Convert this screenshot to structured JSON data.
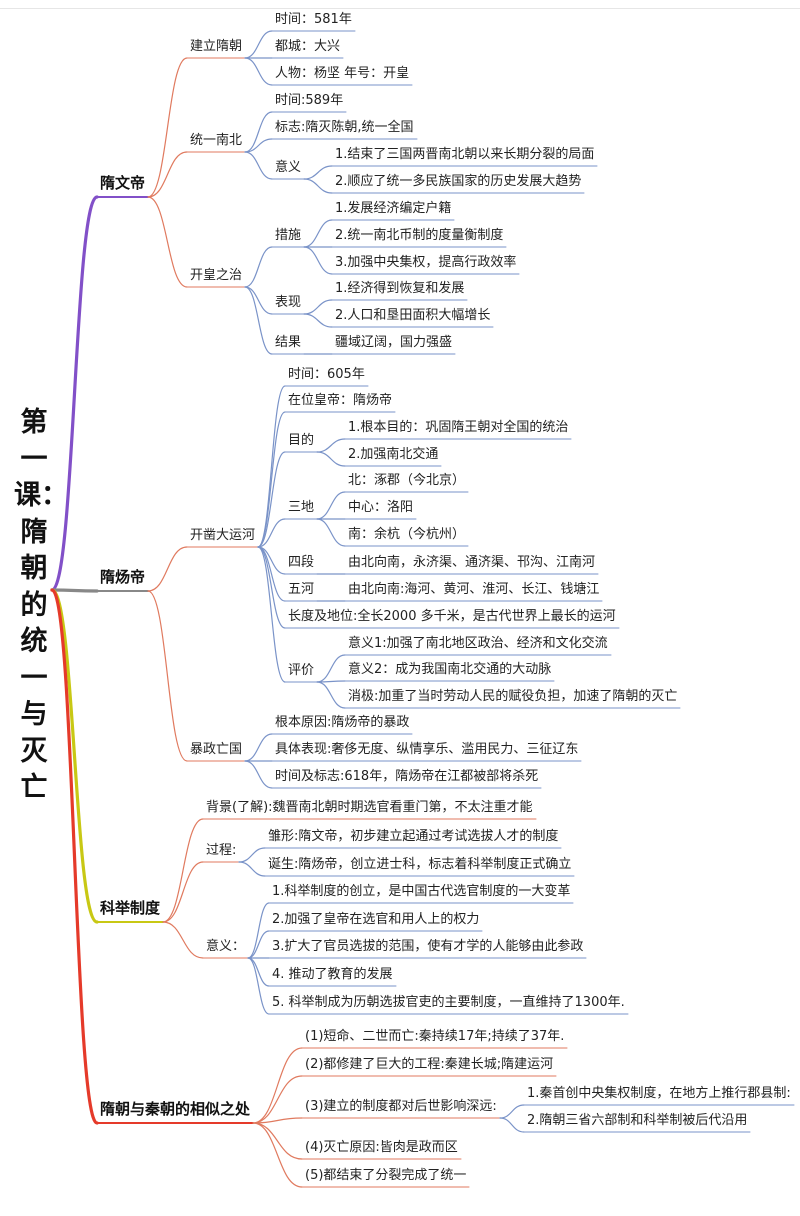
{
  "title": "第一课：隋朝的统一与灭亡",
  "colors": {
    "branch1": "#8250c8",
    "branch2": "#888888",
    "branch3": "#c8c814",
    "branch4": "#e53a2a",
    "sub": "#e07a5f",
    "leaf": "#7a93c8"
  },
  "branches": [
    {
      "id": "b0",
      "label": "隋文帝",
      "children": [
        {
          "id": "b0-0",
          "label": "建立隋朝",
          "children": [
            {
              "id": "b0-0-0",
              "label": "时间：581年"
            },
            {
              "id": "b0-0-1",
              "label": "都城：大兴"
            },
            {
              "id": "b0-0-2",
              "label": "人物：杨坚 年号：开皇"
            }
          ]
        },
        {
          "id": "b0-1",
          "label": "统一南北",
          "children": [
            {
              "id": "b0-1-0",
              "label": "时间:589年"
            },
            {
              "id": "b0-1-1",
              "label": "标志:隋灭陈朝,统一全国"
            },
            {
              "id": "b0-1-2",
              "label": "意义",
              "children": [
                {
                  "id": "b0-1-2-0",
                  "label": "1.结束了三国两晋南北朝以来长期分裂的局面"
                },
                {
                  "id": "b0-1-2-1",
                  "label": "2.顺应了统一多民族国家的历史发展大趋势"
                }
              ]
            }
          ]
        },
        {
          "id": "b0-2",
          "label": "开皇之治",
          "children": [
            {
              "id": "b0-2-0",
              "label": "措施",
              "children": [
                {
                  "id": "b0-2-0-0",
                  "label": "1.发展经济编定户籍"
                },
                {
                  "id": "b0-2-0-1",
                  "label": "2.统一南北币制的度量衡制度"
                },
                {
                  "id": "b0-2-0-2",
                  "label": "3.加强中央集权，提高行政效率"
                }
              ]
            },
            {
              "id": "b0-2-1",
              "label": "表现",
              "children": [
                {
                  "id": "b0-2-1-0",
                  "label": "1.经济得到恢复和发展"
                },
                {
                  "id": "b0-2-1-1",
                  "label": "2.人口和垦田面积大幅增长"
                }
              ]
            },
            {
              "id": "b0-2-2",
              "label": "结果",
              "children": [
                {
                  "id": "b0-2-2-0",
                  "label": "疆域辽阔，国力强盛"
                }
              ]
            }
          ]
        }
      ]
    },
    {
      "id": "b1",
      "label": "隋炀帝",
      "children": [
        {
          "id": "b1-0",
          "label": "开凿大运河",
          "children": [
            {
              "id": "b1-0-0",
              "label": "时间：605年"
            },
            {
              "id": "b1-0-1",
              "label": "在位皇帝：隋炀帝"
            },
            {
              "id": "b1-0-2",
              "label": "目的",
              "children": [
                {
                  "id": "b1-0-2-0",
                  "label": "1.根本目的：巩固隋王朝对全国的统治"
                },
                {
                  "id": "b1-0-2-1",
                  "label": "2.加强南北交通"
                }
              ]
            },
            {
              "id": "b1-0-3",
              "label": "三地",
              "children": [
                {
                  "id": "b1-0-3-0",
                  "label": "北：涿郡（今北京）"
                },
                {
                  "id": "b1-0-3-1",
                  "label": "中心：洛阳"
                },
                {
                  "id": "b1-0-3-2",
                  "label": "南：余杭（今杭州）"
                }
              ]
            },
            {
              "id": "b1-0-4",
              "label": "四段",
              "children": [
                {
                  "id": "b1-0-4-0",
                  "label": "由北向南，永济渠、通济渠、邗沟、江南河"
                }
              ]
            },
            {
              "id": "b1-0-5",
              "label": "五河",
              "children": [
                {
                  "id": "b1-0-5-0",
                  "label": "由北向南:海河、黄河、淮河、长江、钱塘江"
                }
              ]
            },
            {
              "id": "b1-0-6",
              "label": "长度及地位:全长2000 多千米，是古代世界上最长的运河"
            },
            {
              "id": "b1-0-7",
              "label": "评价",
              "children": [
                {
                  "id": "b1-0-7-0",
                  "label": "意义1:加强了南北地区政治、经济和文化交流"
                },
                {
                  "id": "b1-0-7-1",
                  "label": "意义2：成为我国南北交通的大动脉"
                },
                {
                  "id": "b1-0-7-2",
                  "label": "消极:加重了当时劳动人民的赋役负担，加速了隋朝的灭亡"
                }
              ]
            }
          ]
        },
        {
          "id": "b1-1",
          "label": "暴政亡国",
          "children": [
            {
              "id": "b1-1-0",
              "label": "根本原因:隋炀帝的暴政"
            },
            {
              "id": "b1-1-1",
              "label": "具体表现:奢侈无度、纵情享乐、滥用民力、三征辽东"
            },
            {
              "id": "b1-1-2",
              "label": "时间及标志:618年，隋炀帝在江都被部将杀死"
            }
          ]
        }
      ]
    },
    {
      "id": "b2",
      "label": "科举制度",
      "children": [
        {
          "id": "b2-0",
          "label": "背景(了解):魏晋南北朝时期选官看重门第，不太注重才能"
        },
        {
          "id": "b2-1",
          "label": "过程:",
          "children": [
            {
              "id": "b2-1-0",
              "label": "雏形:隋文帝，初步建立起通过考试选拔人才的制度"
            },
            {
              "id": "b2-1-1",
              "label": "诞生:隋炀帝，创立进士科，标志着科举制度正式确立"
            }
          ]
        },
        {
          "id": "b2-2",
          "label": "意义：",
          "children": [
            {
              "id": "b2-2-0",
              "label": "1.科举制度的创立，是中国古代选官制度的一大变革"
            },
            {
              "id": "b2-2-1",
              "label": "2.加强了皇帝在选官和用人上的权力"
            },
            {
              "id": "b2-2-2",
              "label": "3.扩大了官员选拔的范围，使有才学的人能够由此参政"
            },
            {
              "id": "b2-2-3",
              "label": "4. 推动了教育的发展"
            },
            {
              "id": "b2-2-4",
              "label": "5. 科举制成为历朝选拔官吏的主要制度，一直维持了1300年."
            }
          ]
        }
      ]
    },
    {
      "id": "b3",
      "label": "隋朝与秦朝的相似之处",
      "children": [
        {
          "id": "b3-0",
          "label": "(1)短命、二世而亡:秦持续17年;持续了37年."
        },
        {
          "id": "b3-1",
          "label": "(2)都修建了巨大的工程:秦建长城;隋建运河"
        },
        {
          "id": "b3-2",
          "label": "(3)建立的制度都对后世影响深远:",
          "children": [
            {
              "id": "b3-2-0",
              "label": "1.秦首创中央集权制度，在地方上推行郡县制:"
            },
            {
              "id": "b3-2-1",
              "label": "2.隋朝三省六部制和科举制被后代沿用"
            }
          ]
        },
        {
          "id": "b3-3",
          "label": "(4)灭亡原因:皆肉是政而区"
        },
        {
          "id": "b3-4",
          "label": "(5)都结束了分裂完成了统一"
        }
      ]
    }
  ]
}
